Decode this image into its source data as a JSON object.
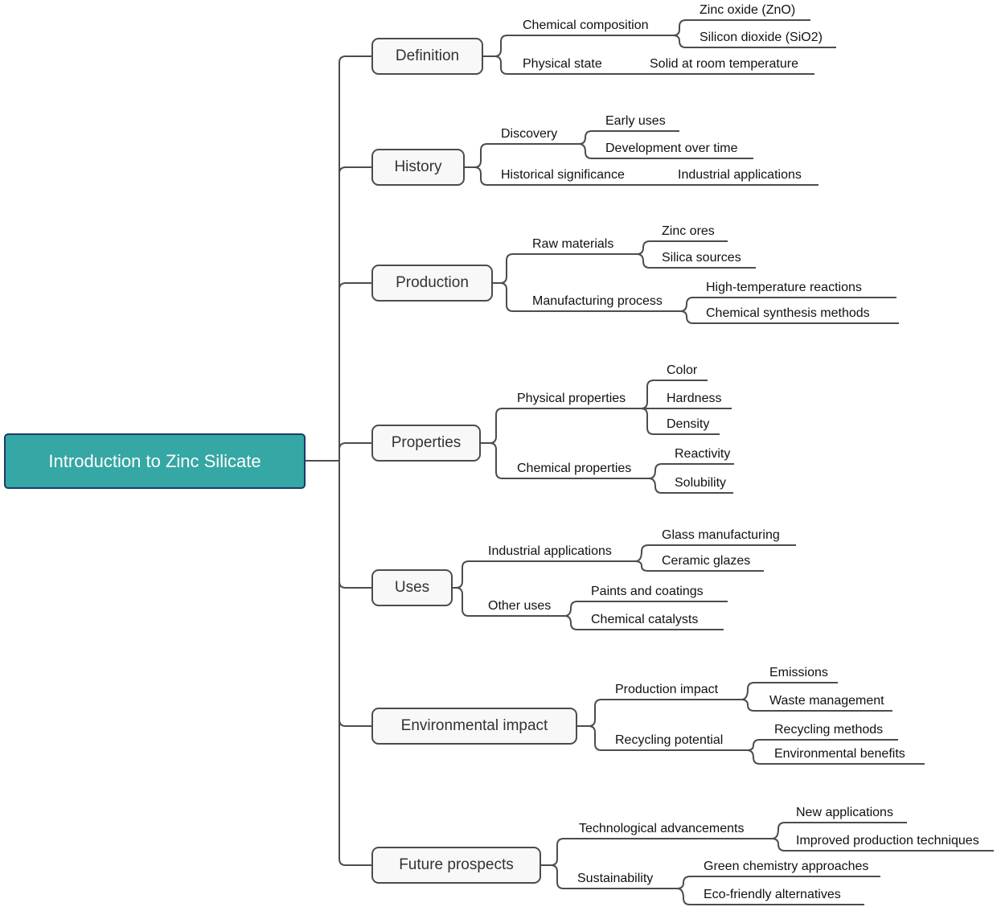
{
  "root": {
    "label": "Introduction to Zinc Silicate"
  },
  "branches": [
    {
      "label": "Definition",
      "children": [
        {
          "label": "Chemical composition",
          "children": [
            {
              "label": "Zinc oxide (ZnO)"
            },
            {
              "label": "Silicon dioxide (SiO2)"
            }
          ]
        },
        {
          "label": "Physical state",
          "children": [
            {
              "label": "Solid at room temperature"
            }
          ]
        }
      ]
    },
    {
      "label": "History",
      "children": [
        {
          "label": "Discovery",
          "children": [
            {
              "label": "Early uses"
            },
            {
              "label": "Development over time"
            }
          ]
        },
        {
          "label": "Historical significance",
          "children": [
            {
              "label": "Industrial applications"
            }
          ]
        }
      ]
    },
    {
      "label": "Production",
      "children": [
        {
          "label": "Raw materials",
          "children": [
            {
              "label": "Zinc ores"
            },
            {
              "label": "Silica sources"
            }
          ]
        },
        {
          "label": "Manufacturing process",
          "children": [
            {
              "label": "High-temperature reactions"
            },
            {
              "label": "Chemical synthesis methods"
            }
          ]
        }
      ]
    },
    {
      "label": "Properties",
      "children": [
        {
          "label": "Physical properties",
          "children": [
            {
              "label": "Color"
            },
            {
              "label": "Hardness"
            },
            {
              "label": "Density"
            }
          ]
        },
        {
          "label": "Chemical properties",
          "children": [
            {
              "label": "Reactivity"
            },
            {
              "label": "Solubility"
            }
          ]
        }
      ]
    },
    {
      "label": "Uses",
      "children": [
        {
          "label": "Industrial applications",
          "children": [
            {
              "label": "Glass manufacturing"
            },
            {
              "label": "Ceramic glazes"
            }
          ]
        },
        {
          "label": "Other uses",
          "children": [
            {
              "label": "Paints and coatings"
            },
            {
              "label": "Chemical catalysts"
            }
          ]
        }
      ]
    },
    {
      "label": "Environmental impact",
      "children": [
        {
          "label": "Production impact",
          "children": [
            {
              "label": "Emissions"
            },
            {
              "label": "Waste management"
            }
          ]
        },
        {
          "label": "Recycling potential",
          "children": [
            {
              "label": "Recycling methods"
            },
            {
              "label": "Environmental benefits"
            }
          ]
        }
      ]
    },
    {
      "label": "Future prospects",
      "children": [
        {
          "label": "Technological advancements",
          "children": [
            {
              "label": "New applications"
            },
            {
              "label": "Improved production techniques"
            }
          ]
        },
        {
          "label": "Sustainability",
          "children": [
            {
              "label": "Green chemistry approaches"
            },
            {
              "label": "Eco-friendly alternatives"
            }
          ]
        }
      ]
    }
  ],
  "colors": {
    "root_fill": "#35a7a4",
    "root_border": "#1c3a6b",
    "root_text": "#ffffff",
    "node_fill": "#f8f8f8",
    "node_border": "#4c4c4c",
    "node_text": "#333333",
    "line": "#4c4c4c",
    "leaf_text": "#111111"
  }
}
